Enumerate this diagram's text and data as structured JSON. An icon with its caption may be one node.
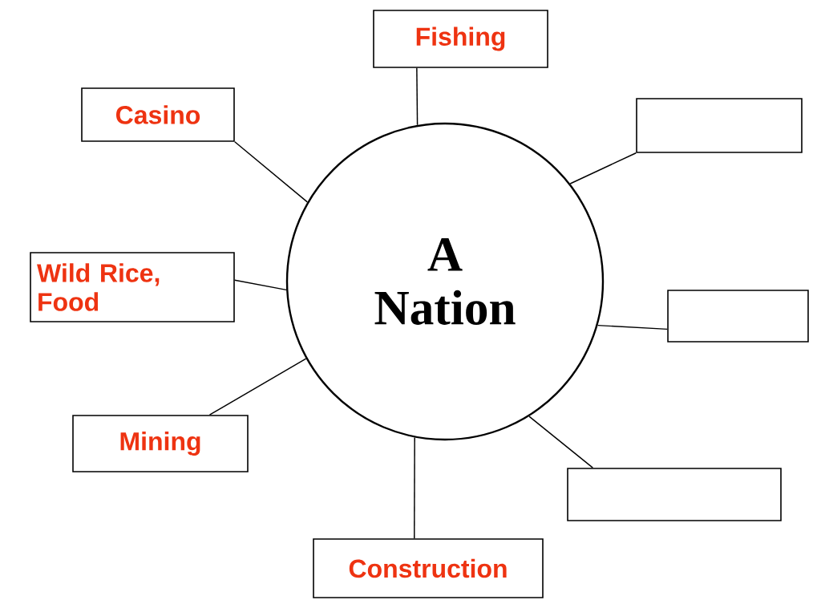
{
  "diagram": {
    "nodes": [
      {
        "text": [
          "A Nation"
        ]
      },
      {
        "text": [
          "Fishing"
        ]
      },
      {
        "text": [
          "Casino"
        ]
      },
      {
        "text": [],
        "shape": "box"
      },
      {
        "text": [
          "Wild Rice, Food"
        ]
      },
      {
        "text": [],
        "shape": "box"
      },
      {
        "text": [
          "Mining"
        ]
      },
      {
        "text": [],
        "shape": "box"
      },
      {
        "text": [
          "Construction"
        ]
      }
    ],
    "edges": [
      {
        "from": 0,
        "to": 1,
        "arrow": "none"
      },
      {
        "from": 0,
        "to": 2,
        "arrow": "none"
      },
      {
        "from": 0,
        "to": 3,
        "arrow": "none"
      },
      {
        "from": 0,
        "to": 4,
        "arrow": "none"
      },
      {
        "from": 0,
        "to": 5,
        "arrow": "none"
      },
      {
        "from": 0,
        "to": 6,
        "arrow": "none"
      },
      {
        "from": 0,
        "to": 7,
        "arrow": "none"
      },
      {
        "from": 0,
        "to": 8,
        "arrow": "none"
      }
    ]
  }
}
